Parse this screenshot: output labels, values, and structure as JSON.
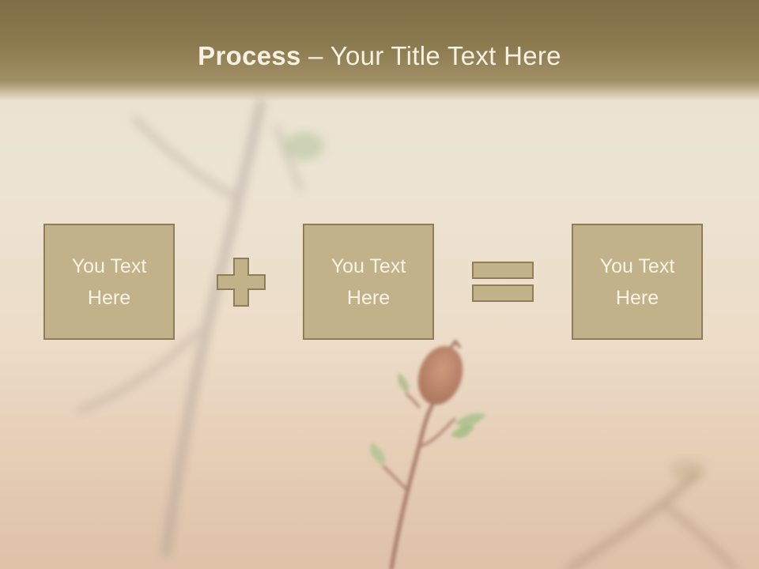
{
  "slide": {
    "title_bold": "Process",
    "title_rest": " – Your Title Text Here"
  },
  "boxes": [
    {
      "text": "You Text Here"
    },
    {
      "text": "You Text Here"
    },
    {
      "text": "You Text Here"
    }
  ],
  "operators": {
    "first": "plus-icon",
    "second": "equals-icon"
  },
  "colors": {
    "title_bar": "#8c7a4f",
    "box_fill": "#c2b289",
    "box_border": "#8e7d58",
    "text_light": "#f8f3e6"
  }
}
